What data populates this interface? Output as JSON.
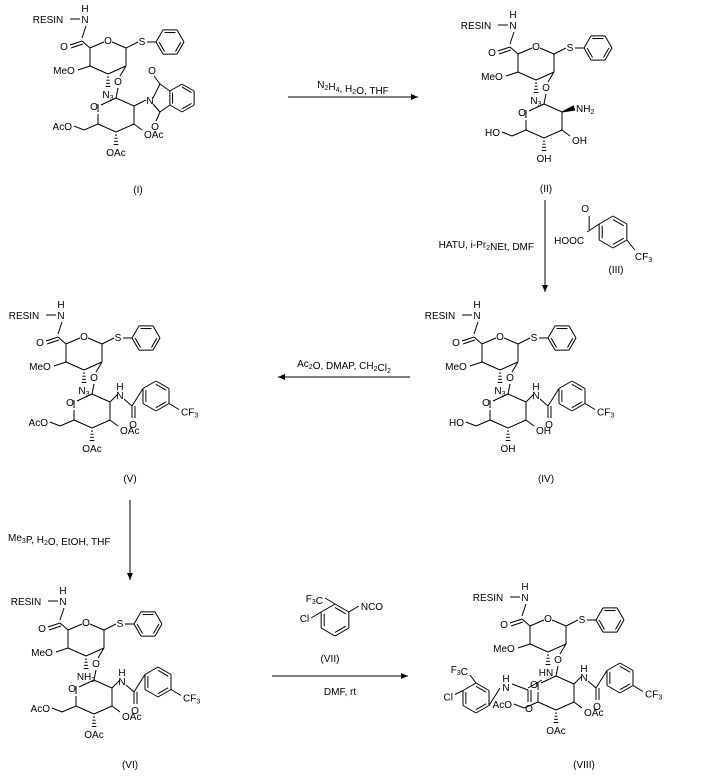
{
  "compounds": [
    {
      "id": "I",
      "caption": "(I)",
      "substituent": "phthalimide",
      "c6": "AcO",
      "c4": "OAc",
      "c3": "OAc",
      "c2n": "N3"
    },
    {
      "id": "II",
      "caption": "(II)",
      "substituent": "NH2",
      "c6": "HO",
      "c4": "OH",
      "c3": "OH",
      "c2n": "N3"
    },
    {
      "id": "IV",
      "caption": "(IV)",
      "substituent": "amide",
      "c6": "HO",
      "c4": "OH",
      "c3": "OH",
      "c2n": "N3"
    },
    {
      "id": "V",
      "caption": "(V)",
      "substituent": "amide",
      "c6": "AcO",
      "c4": "OAc",
      "c3": "OAc",
      "c2n": "N3"
    },
    {
      "id": "VI",
      "caption": "(VI)",
      "substituent": "amide",
      "c6": "AcO",
      "c4": "OAc",
      "c3": "OAc",
      "c2n": "NH2"
    },
    {
      "id": "VIII",
      "caption": "(VIII)",
      "substituent": "amide",
      "c6": "AcO",
      "c4": "OAc",
      "c3": "OAc",
      "c2n": "urea"
    }
  ],
  "reagents": [
    {
      "id": "III",
      "caption": "(III)",
      "cooh": "HOOC",
      "cf3": "CF3"
    },
    {
      "id": "VII",
      "caption": "(VII)",
      "f3c": "F3C",
      "nco": "NCO",
      "cl": "Cl"
    }
  ],
  "labels": {
    "resin": "RESIN",
    "nh": "H",
    "n": "N",
    "s": "S",
    "o": "O",
    "meo": "MeO",
    "n3": "N3",
    "nh2": "NH2",
    "cf3": "CF3",
    "f3c": "F3C",
    "cl": "Cl",
    "h": "H",
    "hn": "HN",
    "n_h": "N"
  },
  "arrows": [
    {
      "id": "step1",
      "text": "N2H4, H2O, THF"
    },
    {
      "id": "step2",
      "text": "HATU, i-Pr2NEt, DMF"
    },
    {
      "id": "step3",
      "text": "Ac2O, DMAP, CH2Cl2"
    },
    {
      "id": "step4",
      "text": "Me3P, H2O, EtOH, THF"
    },
    {
      "id": "step5",
      "text": "DMF, rt"
    }
  ]
}
